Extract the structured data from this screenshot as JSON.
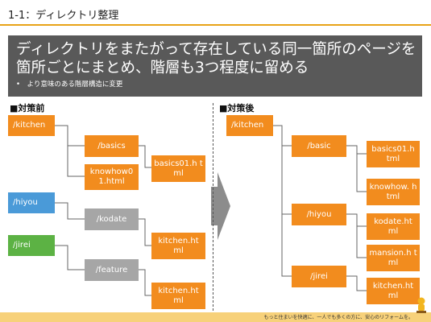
{
  "header": {
    "title": "1-1：ディレクトリ整理"
  },
  "banner": {
    "line1": "ディレクトリをまたがって存在している同一箇所のページを",
    "line2": "箇所ごとにまとめ、階層も3つ程度に留める",
    "bullet": "•　より意味のある階層構造に変更"
  },
  "before": {
    "label": "■対策前",
    "nodes": {
      "kitchen": "/kitchen",
      "basics": "/basics",
      "basics01": "basics01.h tml",
      "knowhow": "knowhow0 1.html",
      "hiyou": "/hiyou",
      "kodate": "/kodate",
      "kitchen_html_1": "kitchen.ht ml",
      "jirei": "/jirei",
      "feature": "/feature",
      "kitchen_html_2": "kitchen.ht ml"
    }
  },
  "after": {
    "label": "■対策後",
    "nodes": {
      "kitchen": "/kitchen",
      "basic": "/basic",
      "basics01": "basics01.h tml",
      "knowhow": "knowhow. html",
      "hiyou": "/hiyou",
      "kodate": "kodate.ht ml",
      "mansion": "mansion.h tml",
      "jirei": "/jirei",
      "kitchen_html": "kitchen.ht ml"
    }
  },
  "footer": {
    "text": "もっと住まいを快適に、一人でも多くの方に、安心のリフォームを。"
  },
  "colors": {
    "accent": "#e8a317",
    "orange": "#f28c1e",
    "blue": "#4a9ad8",
    "green": "#5cb244",
    "gray": "#a6a6a6",
    "banner": "#595959"
  }
}
